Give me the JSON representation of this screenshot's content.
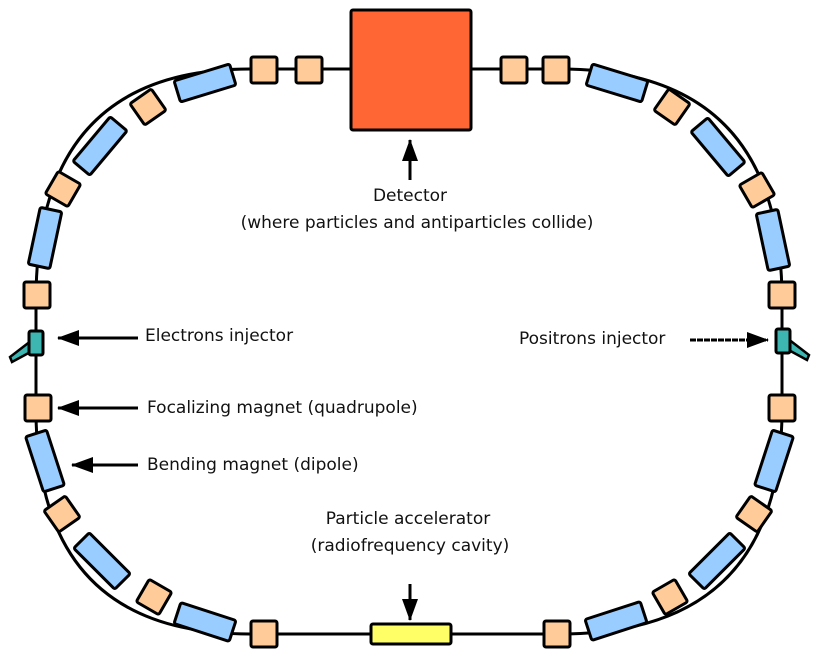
{
  "labels": {
    "detector": "Detector",
    "detector_note": "(where particles and antiparticles collide)",
    "electrons_injector": "Electrons injector",
    "focalizing_magnet": "Focalizing magnet (quadrupole)",
    "bending_magnet": "Bending magnet (dipole)",
    "positrons_injector": "Positrons injector",
    "accelerator": "Particle accelerator",
    "accelerator_note": "(radiofrequency cavity)"
  },
  "colors": {
    "quadrupole": "#FFCC99",
    "dipole": "#99CCFF",
    "detector": "#FF6633",
    "injector": "#3DB5B0",
    "accelerator": "#FFFF66",
    "outline": "#000000"
  }
}
